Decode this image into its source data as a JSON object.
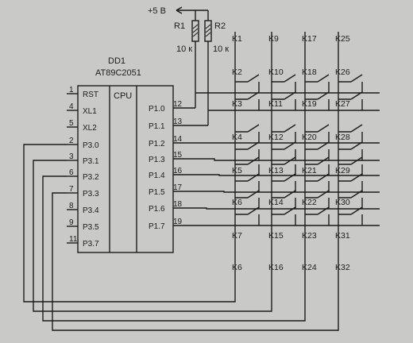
{
  "power": {
    "label": "+5 В"
  },
  "resistors": [
    {
      "name": "R1",
      "value": "10 к"
    },
    {
      "name": "R2",
      "value": "10 к"
    }
  ],
  "chip": {
    "designator": "DD1",
    "part": "AT89C2051",
    "core": "CPU",
    "left_pins": [
      {
        "num": "1",
        "name": "RST"
      },
      {
        "num": "4",
        "name": "XL1"
      },
      {
        "num": "5",
        "name": "XL2"
      },
      {
        "num": "2",
        "name": "P3.0"
      },
      {
        "num": "3",
        "name": "P3.1"
      },
      {
        "num": "6",
        "name": "P3.2"
      },
      {
        "num": "7",
        "name": "P3.3"
      },
      {
        "num": "8",
        "name": "P3.4"
      },
      {
        "num": "9",
        "name": "P3.5"
      },
      {
        "num": "11",
        "name": "P3.7"
      }
    ],
    "right_pins": [
      {
        "num": "12",
        "name": "P1.0"
      },
      {
        "num": "13",
        "name": "P1.1"
      },
      {
        "num": "14",
        "name": "P1.2"
      },
      {
        "num": "15",
        "name": "P1.3"
      },
      {
        "num": "16",
        "name": "P1.4"
      },
      {
        "num": "17",
        "name": "P1.5"
      },
      {
        "num": "18",
        "name": "P1.6"
      },
      {
        "num": "19",
        "name": "P1.7"
      }
    ]
  },
  "keys": [
    [
      "K1",
      "K9",
      "K17",
      "K25"
    ],
    [
      "K2",
      "K10",
      "K18",
      "K26"
    ],
    [
      "K3",
      "K11",
      "K19",
      "K27"
    ],
    [
      "K4",
      "K12",
      "K20",
      "K28"
    ],
    [
      "K5",
      "K13",
      "K21",
      "K29"
    ],
    [
      "K6",
      "K14",
      "K22",
      "K30"
    ],
    [
      "K7",
      "K15",
      "K23",
      "K31"
    ],
    [
      "K6",
      "K16",
      "K24",
      "K32"
    ]
  ]
}
